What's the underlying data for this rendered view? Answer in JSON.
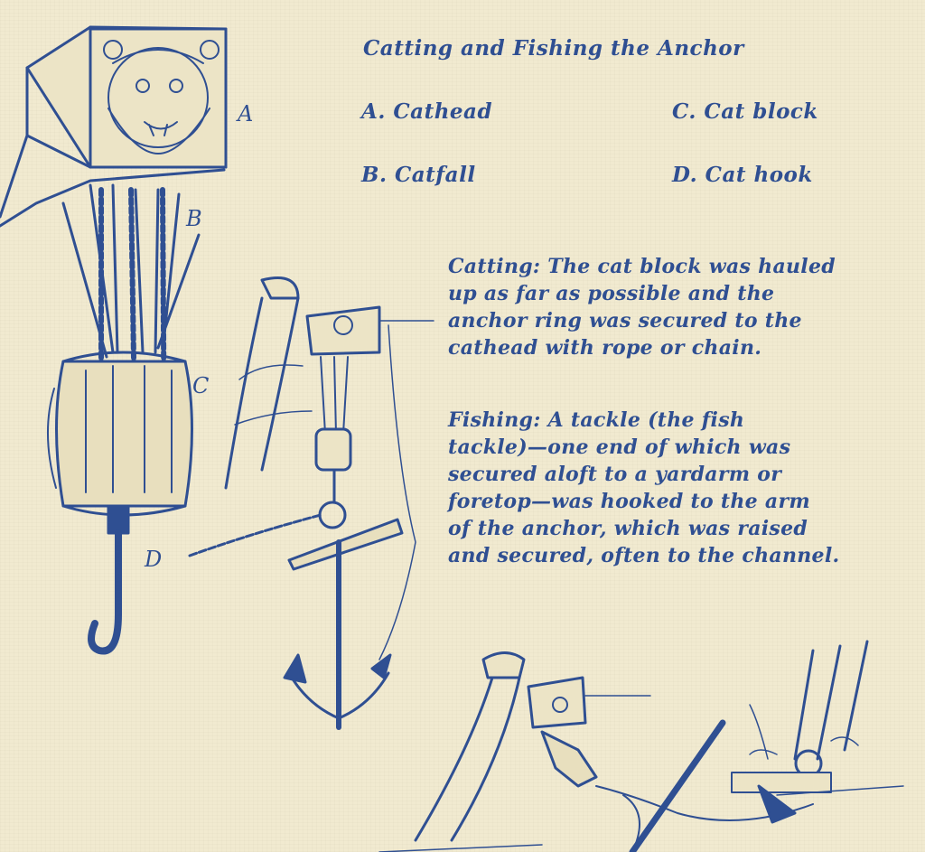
{
  "title": "Catting and Fishing the Anchor",
  "legend": {
    "a": "A. Cathead",
    "b": "B. Catfall",
    "c": "C. Cat block",
    "d": "D. Cat hook"
  },
  "figure_labels": {
    "a": "A",
    "b": "B",
    "c": "C",
    "d": "D"
  },
  "catting": {
    "lines": [
      "Catting: The cat block was hauled",
      "up as far as possible and the",
      "anchor ring was secured to the",
      "cathead with rope or chain."
    ]
  },
  "fishing": {
    "lines": [
      "Fishing: A tackle (the fish",
      "tackle)—one end of which was",
      "secured aloft to a yardarm or",
      "foretop—was hooked to the arm",
      "of the anchor, which was raised",
      "and secured, often to the channel."
    ]
  },
  "colors": {
    "paper": "#f1ead0",
    "ink": "#2f4f92"
  }
}
